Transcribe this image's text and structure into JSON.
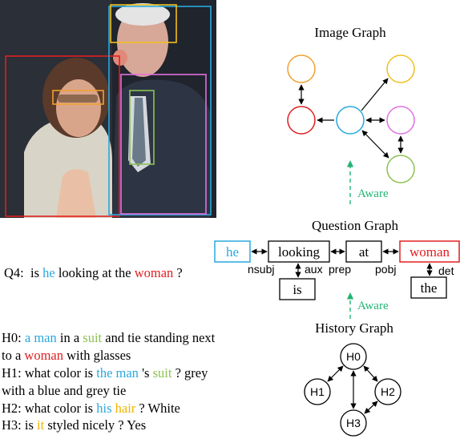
{
  "titles": {
    "image_graph": "Image Graph",
    "question_graph": "Question Graph",
    "history_graph": "History Graph"
  },
  "aware_label": "Aware",
  "colors": {
    "blue": "#29a8df",
    "orange": "#f0a030",
    "red": "#e02020",
    "yellow": "#f0c020",
    "magenta": "#e070e0",
    "green": "#8cc152",
    "aware_green": "#22b573"
  },
  "question_nodes": {
    "he": "he",
    "looking": "looking",
    "at": "at",
    "woman": "woman",
    "is": "is",
    "the": "the"
  },
  "dep_labels": {
    "nsubj": "nsubj",
    "aux": "aux",
    "prep": "prep",
    "pobj": "pobj",
    "det": "det"
  },
  "history_nodes": {
    "h0": "H0",
    "h1": "H1",
    "h2": "H2",
    "h3": "H3"
  },
  "question": {
    "prefix": "Q4:  is ",
    "he": "he",
    "mid": " looking at the ",
    "woman": "woman",
    "end": " ?"
  },
  "history": {
    "h0_l1": {
      "a": "H0: ",
      "b": "a man",
      "c": " in a ",
      "d": "suit",
      "e": " and tie standing next"
    },
    "h0_l2": {
      "a": "to a ",
      "b": "woman",
      "c": " with glasses"
    },
    "h1_l1": {
      "a": "H1: what color is ",
      "b": "the man",
      "c": " 's ",
      "d": "suit",
      "e": " ? grey"
    },
    "h1_l2": "with a blue and grey tie",
    "h2": {
      "a": "H2: what color is ",
      "b": "his",
      "c": " ",
      "d": "hair",
      "e": " ? White"
    },
    "h3": {
      "a": "H3: is ",
      "b": "it",
      "c": " styled nicely ? Yes"
    }
  }
}
